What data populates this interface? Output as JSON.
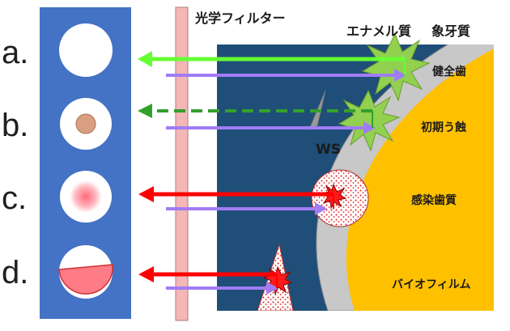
{
  "rows": [
    {
      "label": "a."
    },
    {
      "label": "b."
    },
    {
      "label": "c."
    },
    {
      "label": "d."
    }
  ],
  "labels": {
    "filter": "光学フィルター",
    "enamel": "エナメル質",
    "dentin": "象牙質",
    "healthy_tooth": "健全歯",
    "initial_caries": "初期う蝕",
    "infected_dentin": "感染歯質",
    "biofilm": "バイオフィルム",
    "white_spot": "WS"
  },
  "colors": {
    "panel_blue": "#4472c4",
    "dark_navy": "#1f4e79",
    "enamel_gray": "#c8c8c8",
    "dentin_orange": "#ffc000",
    "filter_pink": "#f4b6b6",
    "green_arrow": "#66ff33",
    "dashed_green": "#33a02c",
    "red_arrow": "#ff0000",
    "purple_arrow": "#a17cf6"
  }
}
